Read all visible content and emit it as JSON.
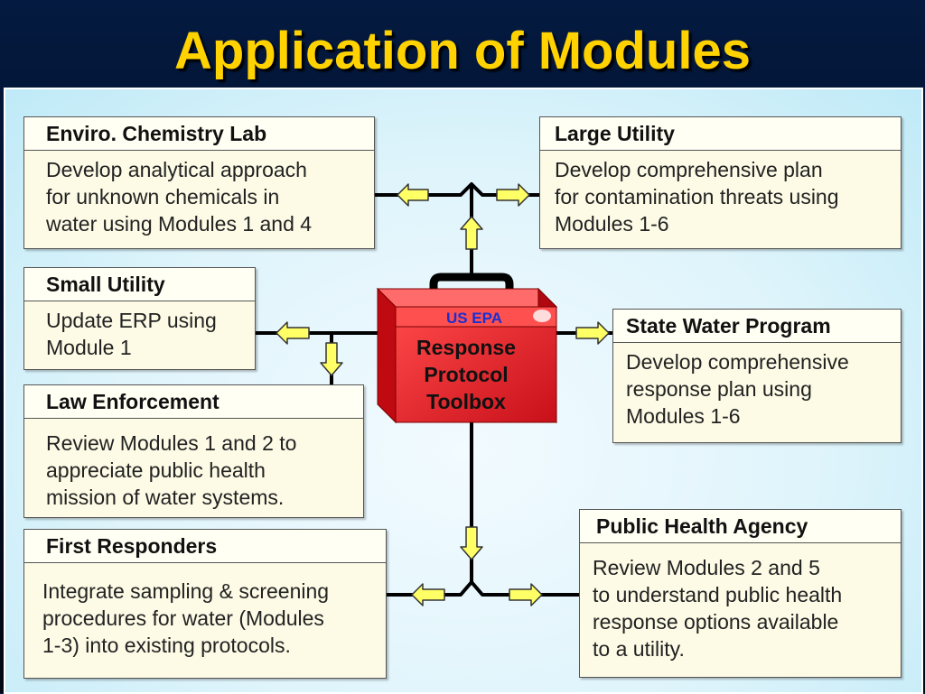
{
  "title": "Application of Modules",
  "toolbox": {
    "brand": "US EPA",
    "label": "Response\nProtocol\nToolbox"
  },
  "boxes": {
    "enviro_chem_lab": {
      "heading": "Enviro. Chemistry Lab",
      "body": "Develop analytical approach\nfor unknown chemicals in\nwater using Modules 1 and 4"
    },
    "large_utility": {
      "heading": "Large Utility",
      "body": "Develop comprehensive plan\nfor contamination threats using\nModules 1-6"
    },
    "small_utility": {
      "heading": "Small Utility",
      "body": "Update ERP using\nModule 1"
    },
    "state_water_program": {
      "heading": "State Water Program",
      "body": "Develop comprehensive\nresponse plan using\nModules 1-6"
    },
    "law_enforcement": {
      "heading": "Law Enforcement",
      "body": "Review Modules 1 and 2 to\nappreciate public health\nmission of water systems."
    },
    "first_responders": {
      "heading": "First Responders",
      "body": "Integrate sampling & screening\nprocedures for water (Modules\n1-3) into existing protocols."
    },
    "public_health_agency": {
      "heading": "Public Health Agency",
      "body": "Review Modules 2 and 5\nto understand public health\nresponse options available\nto a utility."
    }
  },
  "colors": {
    "title": "#ffd200",
    "arrow_fill": "#ffff66",
    "toolbox_red": "#e8141e",
    "box_fill": "#fdfbe6"
  }
}
